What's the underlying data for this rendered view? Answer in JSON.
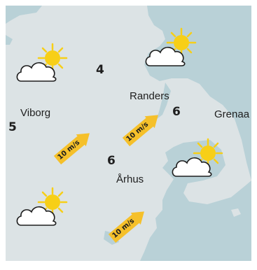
{
  "colors": {
    "land": "#dce3e5",
    "sea": "#b9d1d7",
    "outside": "#ffffff",
    "arrow": "#f5c02a",
    "sun": "#f7cf17",
    "cloud_fill": "#ffffff",
    "cloud_stroke": "#1e1e1e"
  },
  "cities": {
    "viborg": "Viborg",
    "randers": "Randers",
    "grenaa": "Grenaa",
    "aarhus": "Århus"
  },
  "temperatures": {
    "west": "5",
    "north": "4",
    "randers_area": "6",
    "aarhus_area": "6"
  },
  "wind": {
    "speed_label": "10 m/s",
    "arrows": [
      {
        "label": "10 m/s",
        "direction": "south-west"
      },
      {
        "label": "10 m/s",
        "direction": "south-west"
      },
      {
        "label": "10 m/s",
        "direction": "south-west"
      }
    ]
  },
  "weather_icons": [
    {
      "icon": "partly-sunny-icon"
    },
    {
      "icon": "partly-sunny-icon"
    },
    {
      "icon": "partly-sunny-icon"
    },
    {
      "icon": "partly-sunny-icon"
    }
  ]
}
